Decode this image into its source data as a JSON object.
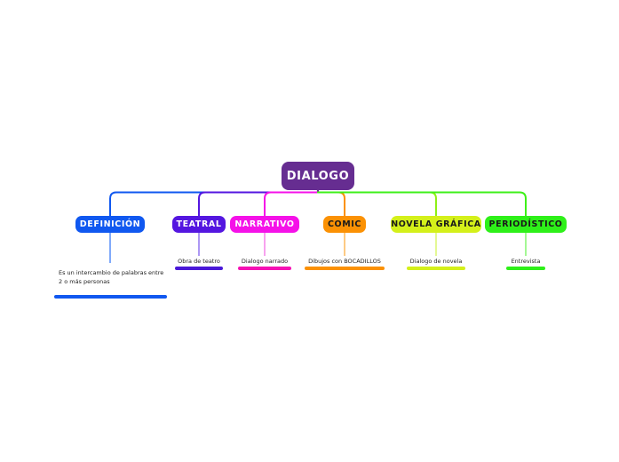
{
  "map": {
    "root": {
      "label": "DIALOGO",
      "color": "#662d91",
      "text_color": "#ffffff"
    },
    "branches": [
      {
        "id": "definicion",
        "label": "DEFINICIÓN",
        "color": "#1058f0",
        "text_color": "#ffffff",
        "leaf_text": "Es un intercambio de palabras entre\n2 o más personas",
        "leaf_align": "left",
        "bar_color": "#1058f0"
      },
      {
        "id": "teatral",
        "label": "TEATRAL",
        "color": "#5416e0",
        "text_color": "#ffffff",
        "leaf_text": "Obra de teatro",
        "leaf_align": "center",
        "bar_color": "#4a18d8"
      },
      {
        "id": "narrativo",
        "label": "NARRATIVO",
        "color": "#f511e8",
        "text_color": "#ffffff",
        "leaf_text": "Dialogo narrado",
        "leaf_align": "center",
        "bar_color": "#f511b4"
      },
      {
        "id": "comic",
        "label": "COMIC",
        "color": "#fb9104",
        "text_color": "#1a1a1a",
        "leaf_text": "Dibujos con BOCADILLOS",
        "leaf_align": "center",
        "bar_color": "#fb9104"
      },
      {
        "id": "novela-grafica",
        "label": "NOVELA GRÁFICA",
        "color": "#d4f01a",
        "text_color": "#1a1a1a",
        "leaf_text": "Dialogo de novela",
        "leaf_align": "center",
        "bar_color": "#d4f01a"
      },
      {
        "id": "periodistico",
        "label": "PERIODÍSTICO",
        "color": "#2ef019",
        "text_color": "#1a1a1a",
        "leaf_text": "Entrevista",
        "leaf_align": "center",
        "bar_color": "#2ef019"
      }
    ]
  }
}
